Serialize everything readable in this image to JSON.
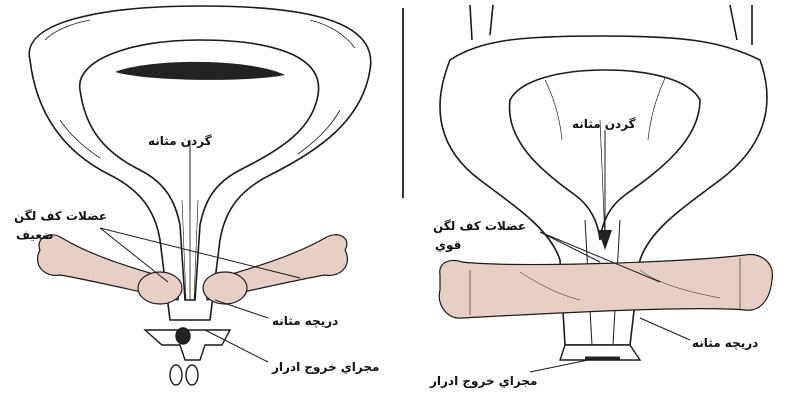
{
  "left_panel": {
    "label_bladder_neck": "گردن مثانه",
    "label_pelvic_muscles": "عضلات کف لگن",
    "label_pelvic_muscles_weak": "ضعیف",
    "label_bladder_valve": "دریچه مثانه",
    "label_urethra": "مجراي خروج ادرار"
  },
  "right_panel": {
    "label_bladder_neck": "گردن مثانه",
    "label_pelvic_muscles": "عضلات کف لگن",
    "label_pelvic_muscles_strong": "قوي",
    "label_bladder_valve": "دریچه مثانه",
    "label_urethra": "مجراي خروج ادرار"
  },
  "colors": {
    "muscle_fill": "#e8cfc6",
    "outline": "#1a1a1a",
    "cavity_dark": "#222222"
  }
}
